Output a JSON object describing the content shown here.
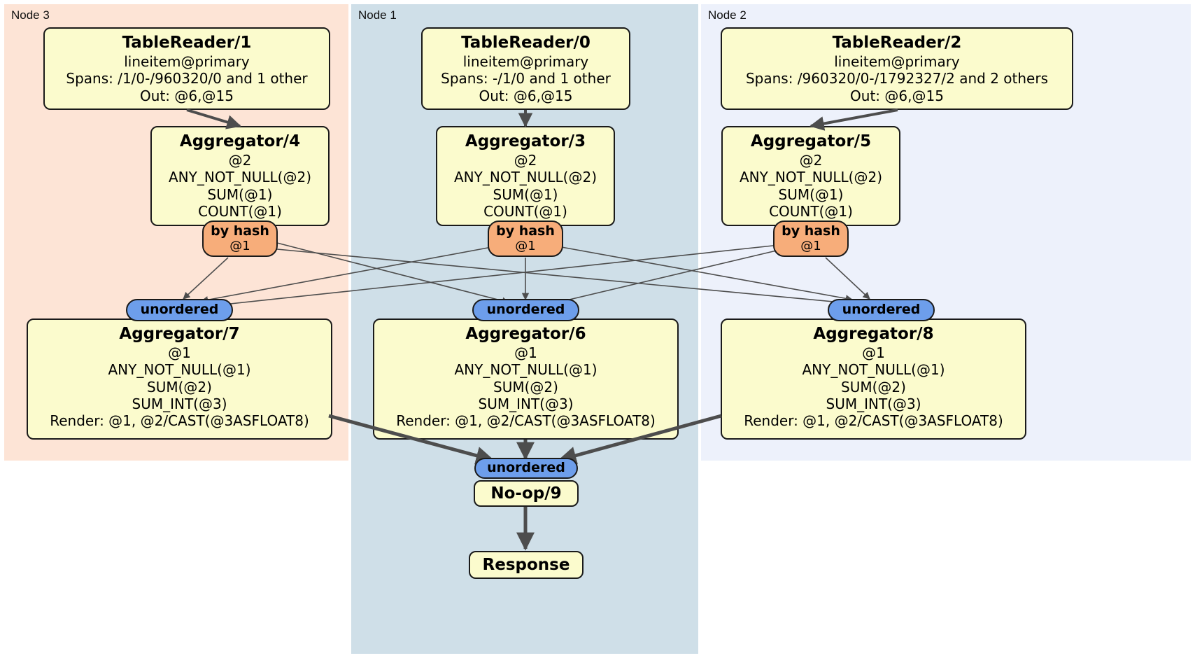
{
  "diagram": {
    "type": "distributed-query-plan",
    "colors": {
      "node3_bg": "#fde4d6",
      "node1_bg": "#cfdfe8",
      "node2_bg": "#edf1fb",
      "processor_bg": "#fbfbcd",
      "hash_router_bg": "#f7ad7a",
      "sync_bg": "#6d9eeb",
      "edge": "#4d4d4d",
      "border": "#1a1a1a"
    }
  },
  "nodes": [
    {
      "id": "node3",
      "label": "Node 3"
    },
    {
      "id": "node1",
      "label": "Node 1"
    },
    {
      "id": "node2",
      "label": "Node 2"
    }
  ],
  "processors": {
    "table_reader_1": {
      "title": "TableReader/1",
      "lines": [
        "lineitem@primary",
        "Spans: /1/0-/960320/0 and 1 other",
        "Out: @6,@15"
      ]
    },
    "table_reader_0": {
      "title": "TableReader/0",
      "lines": [
        "lineitem@primary",
        "Spans: -/1/0 and 1 other",
        "Out: @6,@15"
      ]
    },
    "table_reader_2": {
      "title": "TableReader/2",
      "lines": [
        "lineitem@primary",
        "Spans: /960320/0-/1792327/2 and 2 others",
        "Out: @6,@15"
      ]
    },
    "aggregator_4": {
      "title": "Aggregator/4",
      "lines": [
        "@2",
        "ANY_NOT_NULL(@2)",
        "SUM(@1)",
        "COUNT(@1)"
      ]
    },
    "aggregator_3": {
      "title": "Aggregator/3",
      "lines": [
        "@2",
        "ANY_NOT_NULL(@2)",
        "SUM(@1)",
        "COUNT(@1)"
      ]
    },
    "aggregator_5": {
      "title": "Aggregator/5",
      "lines": [
        "@2",
        "ANY_NOT_NULL(@2)",
        "SUM(@1)",
        "COUNT(@1)"
      ]
    },
    "aggregator_7": {
      "title": "Aggregator/7",
      "lines": [
        "@1",
        "ANY_NOT_NULL(@1)",
        "SUM(@2)",
        "SUM_INT(@3)",
        "Render: @1, @2/CAST(@3ASFLOAT8)"
      ]
    },
    "aggregator_6": {
      "title": "Aggregator/6",
      "lines": [
        "@1",
        "ANY_NOT_NULL(@1)",
        "SUM(@2)",
        "SUM_INT(@3)",
        "Render: @1, @2/CAST(@3ASFLOAT8)"
      ]
    },
    "aggregator_8": {
      "title": "Aggregator/8",
      "lines": [
        "@1",
        "ANY_NOT_NULL(@1)",
        "SUM(@2)",
        "SUM_INT(@3)",
        "Render: @1, @2/CAST(@3ASFLOAT8)"
      ]
    },
    "noop_9": {
      "title": "No-op/9",
      "lines": []
    },
    "response": {
      "title": "Response",
      "lines": []
    }
  },
  "routers": {
    "hash_4": {
      "title": "by hash",
      "sub": "@1"
    },
    "hash_3": {
      "title": "by hash",
      "sub": "@1"
    },
    "hash_5": {
      "title": "by hash",
      "sub": "@1"
    },
    "sync_7": {
      "title": "unordered",
      "sub": ""
    },
    "sync_6": {
      "title": "unordered",
      "sub": ""
    },
    "sync_8": {
      "title": "unordered",
      "sub": ""
    },
    "sync_9": {
      "title": "unordered",
      "sub": ""
    }
  }
}
